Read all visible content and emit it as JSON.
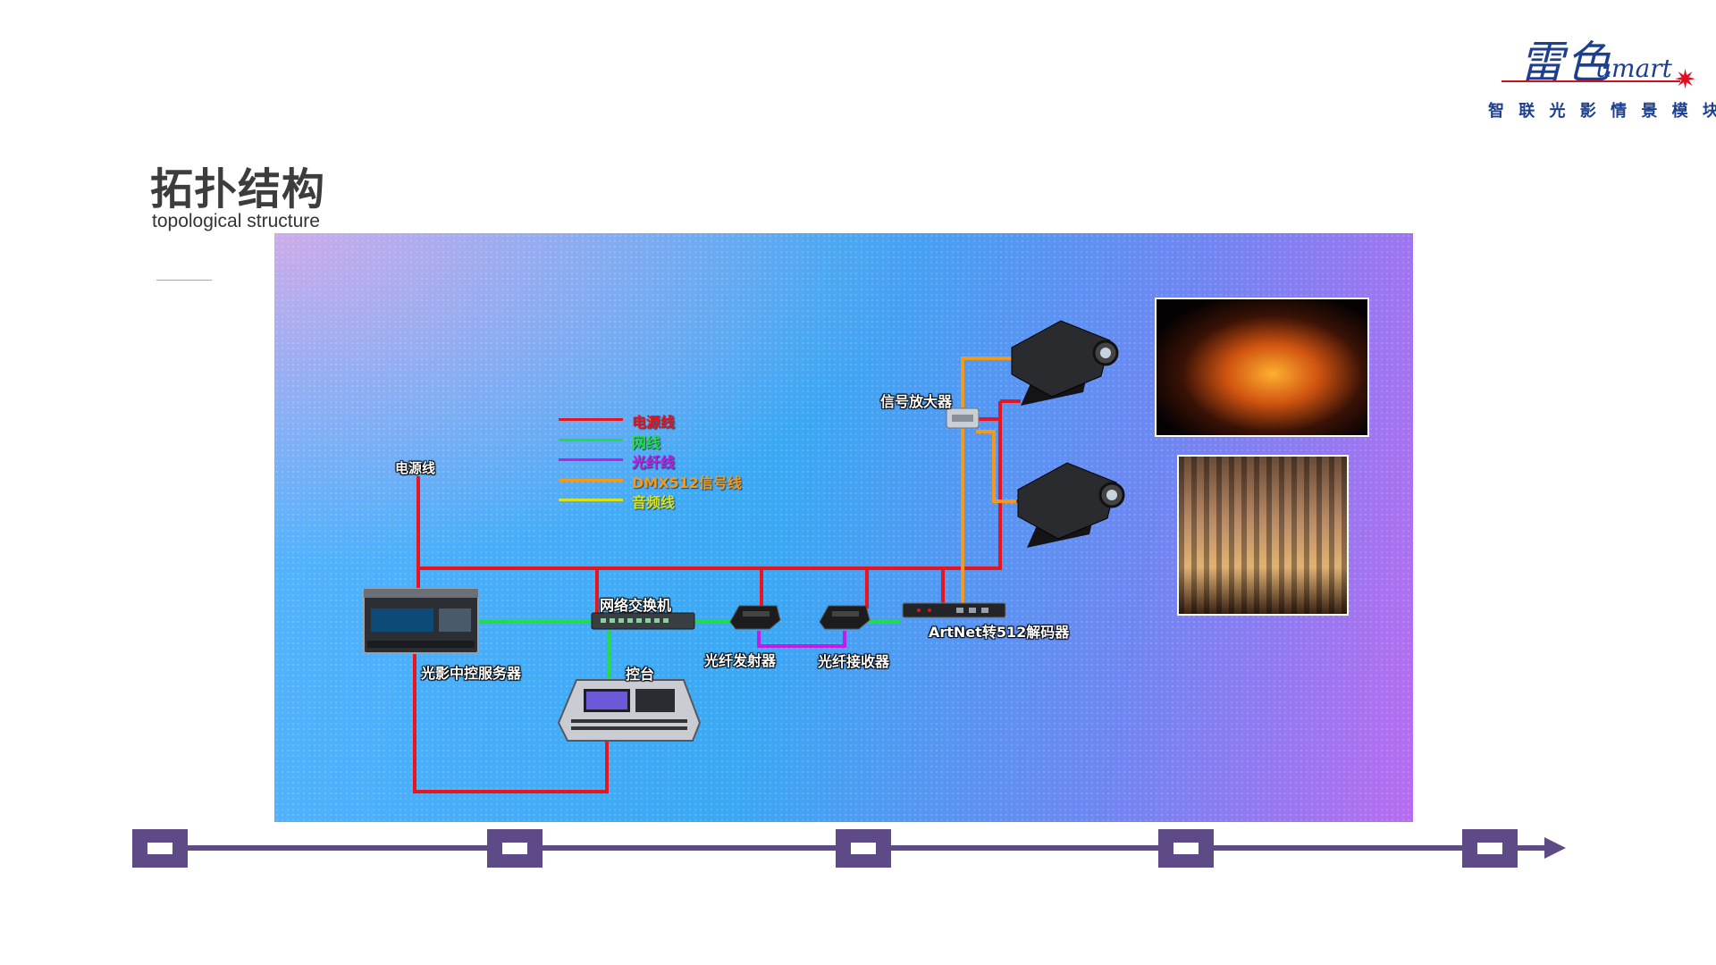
{
  "logo": {
    "script_text": "雷色",
    "latin_text": "umart",
    "slogan": "智 联 光 影 情 景 模 块 化"
  },
  "header": {
    "title_zh": "拓扑结构",
    "title_en": "topological structure"
  },
  "legend": [
    {
      "label": "电源线",
      "color": "#e8141e"
    },
    {
      "label": "网线",
      "color": "#22dd44"
    },
    {
      "label": "光纤线",
      "color": "#c21de8"
    },
    {
      "label": "DMX512信号线",
      "color": "#f39a1c"
    },
    {
      "label": "音频线",
      "color": "#d8e21a"
    }
  ],
  "devices": {
    "power_input": "电源线",
    "signal_amplifier": "信号放大器",
    "network_switch": "网络交换机",
    "media_server": "光影中控服务器",
    "console": "控台",
    "fiber_transmitter": "光纤发射器",
    "fiber_receiver": "光纤接收器",
    "artnet_decoder": "ArtNet转512解码器"
  },
  "timeline": {
    "node_count": 5,
    "color": "#5e4a87"
  },
  "colors": {
    "power": "#e8141e",
    "network": "#22dd44",
    "fiber": "#c21de8",
    "dmx": "#f39a1c",
    "audio": "#d8e21a",
    "title": "#3d3d3d",
    "logo_blue": "#1d3f8f"
  }
}
